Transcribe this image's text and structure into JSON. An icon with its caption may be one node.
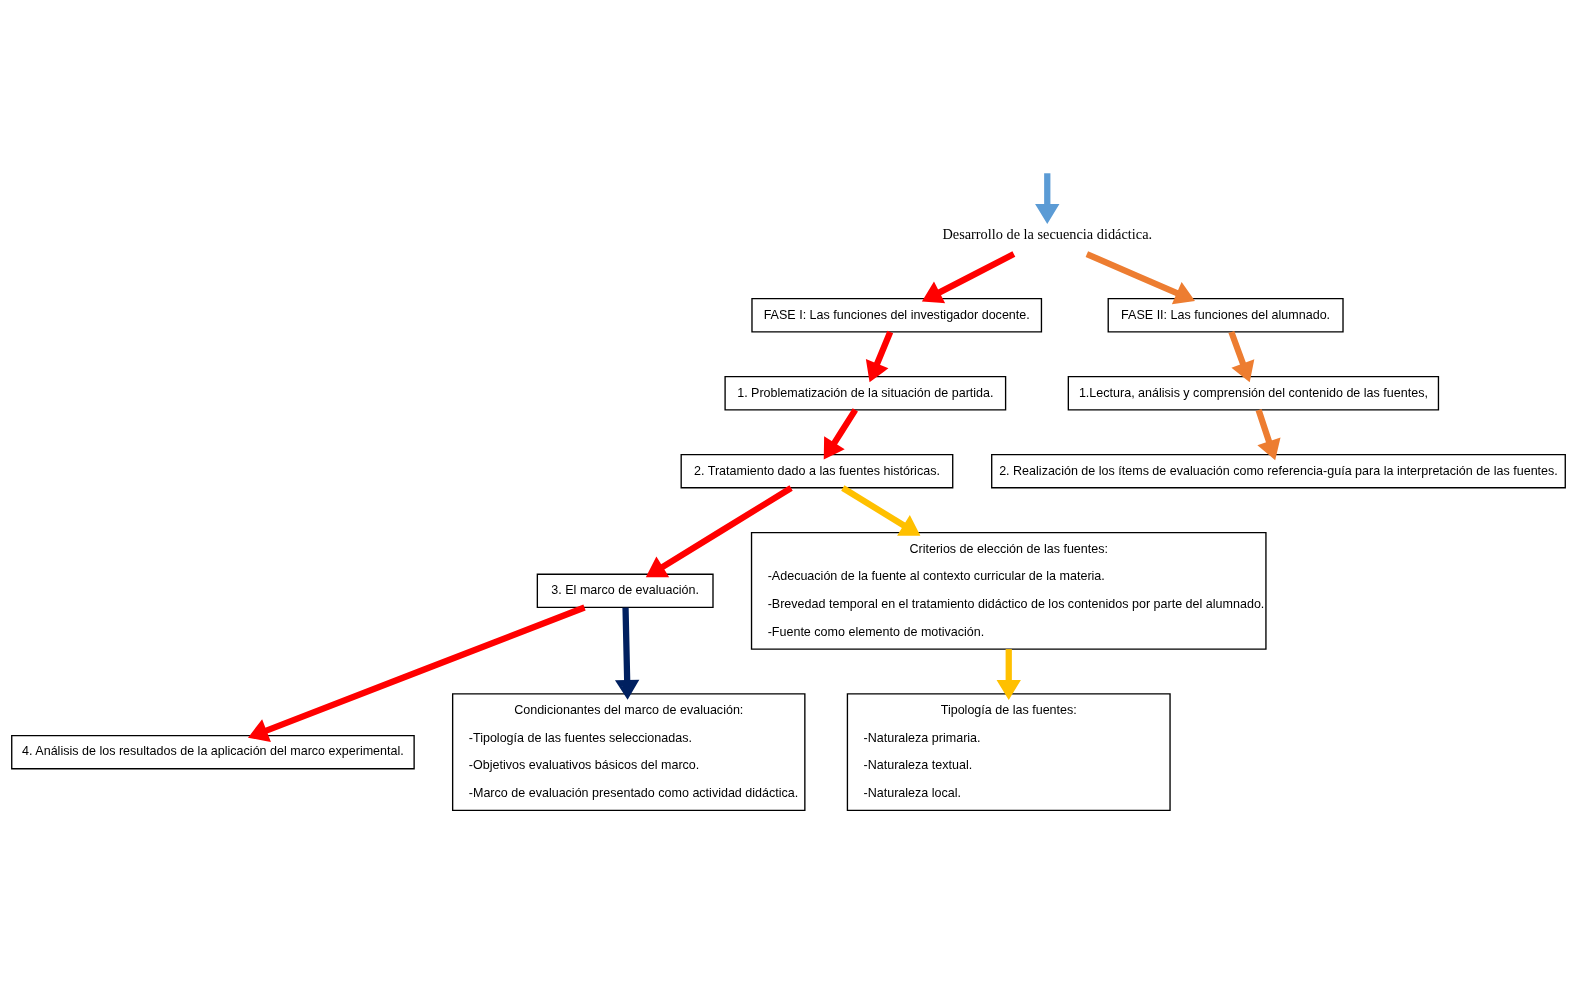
{
  "diagram": {
    "nodes": [
      {
        "text": [
          "Desarrollo de la secuencia didáctica."
        ]
      },
      {
        "text": [
          "FASE I: Las funciones del investigador docente."
        ]
      },
      {
        "text": [
          "FASE II: Las funciones del alumnado."
        ]
      },
      {
        "text": [
          "1. Problematización de la situación de partida."
        ]
      },
      {
        "text": [
          "2. Tratamiento dado a las fuentes históricas."
        ]
      },
      {
        "text": [
          "3. El marco de evaluación."
        ]
      },
      {
        "text": [
          "4. Análisis de los resultados de la aplicación del marco experimental."
        ]
      },
      {
        "text": [
          "Tipología de las fuentes:",
          "-Naturaleza primaria.",
          "-Naturaleza textual.",
          "-Naturaleza local."
        ]
      },
      {
        "text": [
          "Criterios de elección de las fuentes:",
          "-Adecuación de la fuente al contexto curricular de la materia.",
          "-Brevedad temporal en el tratamiento didáctico de los contenidos por parte del alumnado.",
          "-Fuente como elemento de motivación."
        ]
      },
      {
        "text": [
          "Condicionantes del marco de evaluación:",
          "-Tipología de las fuentes seleccionadas.",
          "-Objetivos evaluativos básicos del marco.",
          "-Marco de evaluación presentado como actividad didáctica."
        ]
      },
      {
        "text": [
          "1.Lectura, análisis y comprensión del contenido de las fuentes,"
        ]
      },
      {
        "text": [
          "2. Realización de los ítems de evaluación como referencia-guía para la interpretación de las fuentes."
        ]
      }
    ],
    "edges": [
      {
        "from": null,
        "to": 0,
        "arrow": "to",
        "color": "#5b9bd5"
      },
      {
        "from": 0,
        "to": 1,
        "arrow": "to"
      },
      {
        "from": 0,
        "to": 2,
        "arrow": "to",
        "color": "#ed7d31"
      },
      {
        "from": 1,
        "to": 3,
        "arrow": "to"
      },
      {
        "from": 3,
        "to": 4,
        "arrow": "to"
      },
      {
        "from": 4,
        "to": 5,
        "arrow": "to"
      },
      {
        "from": 5,
        "to": 6,
        "arrow": "to"
      },
      {
        "from": 4,
        "to": 8,
        "arrow": "to",
        "color": "#ffc000"
      },
      {
        "from": 8,
        "to": 7,
        "arrow": "to",
        "color": "#ffc000"
      },
      {
        "from": 5,
        "to": 9,
        "arrow": "to",
        "color": "#002060"
      },
      {
        "from": 2,
        "to": 10,
        "arrow": "to",
        "color": "#ed7d31"
      },
      {
        "from": 10,
        "to": 11,
        "arrow": "to",
        "color": "#ed7d31"
      }
    ]
  }
}
